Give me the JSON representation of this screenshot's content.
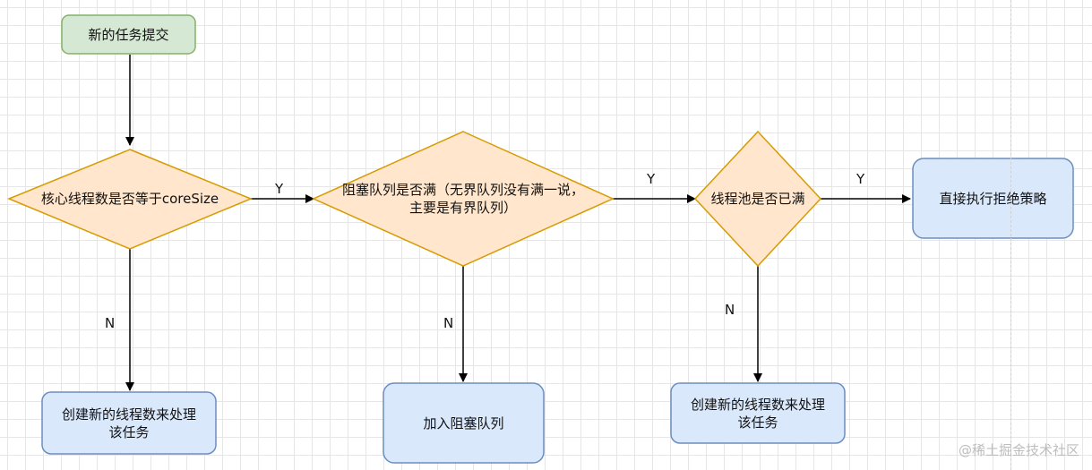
{
  "nodes": {
    "start": "新的任务提交",
    "core_check": "核心线程数是否等于coreSize",
    "queue_check": "阻塞队列是否满（无界队列没有满一说，\n主要是有界队列）",
    "pool_check": "线程池是否已满",
    "reject": "直接执行拒绝策略",
    "create_core": "创建新的线程数来处理\n该任务",
    "enqueue": "加入阻塞队列",
    "create_nonCore": "创建新的线程数来处理\n该任务"
  },
  "edges": {
    "core_yes": "Y",
    "core_no": "N",
    "queue_yes": "Y",
    "queue_no": "N",
    "pool_yes": "Y",
    "pool_no": "N"
  },
  "watermark": "@稀土掘金技术社区",
  "colors": {
    "start_fill": "#d5e8d4",
    "start_stroke": "#82b366",
    "decision_fill": "#ffe6cc",
    "decision_stroke": "#d79b00",
    "process_fill": "#dae8fc",
    "process_stroke": "#6c8ebf",
    "edge": "#000000"
  }
}
